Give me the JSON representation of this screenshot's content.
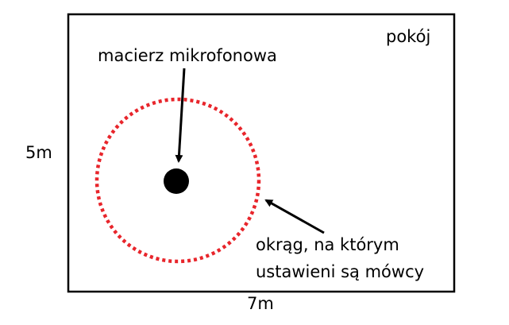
{
  "room": {
    "label": "pokój",
    "width_label": "7m",
    "height_label": "5m",
    "border_color": "#000000"
  },
  "microphone_array": {
    "label": "macierz mikrofonowa",
    "color": "#000000"
  },
  "speaker_circle": {
    "label_line1": "okrąg, na którym",
    "label_line2": "ustawieni są mówcy",
    "color": "#e8252b",
    "style": "dotted"
  },
  "arrow_color": "#000000"
}
